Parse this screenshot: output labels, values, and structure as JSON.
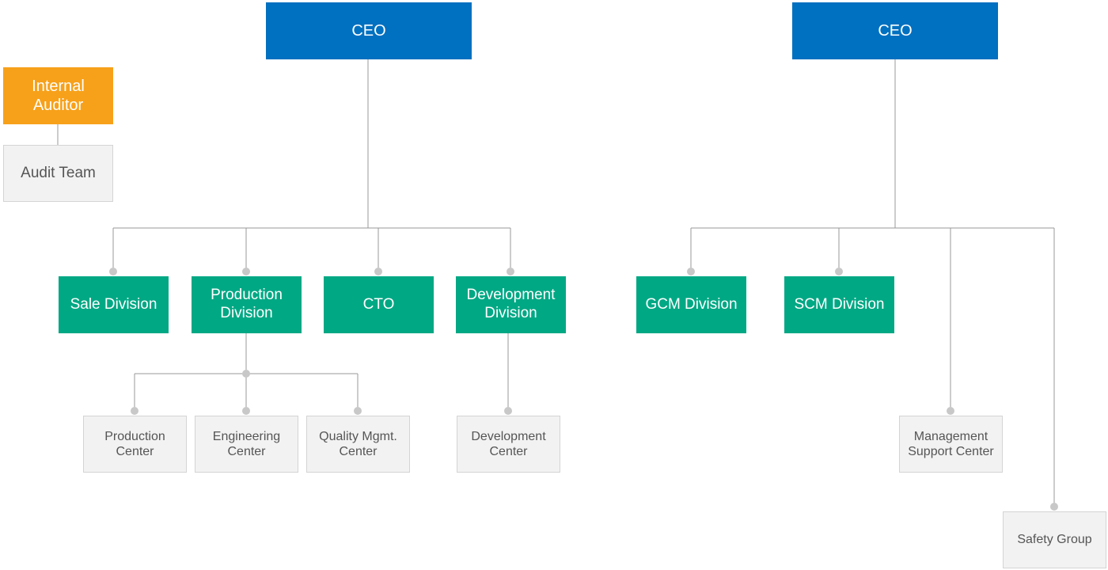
{
  "colors": {
    "executive": "#0070c0",
    "auditor": "#f7a11a",
    "division": "#00a884",
    "unit": "#f2f2f2",
    "line": "#999999",
    "dot": "#c8c8c8"
  },
  "left_chart": {
    "ceo": "CEO",
    "internal_auditor": "Internal\nAuditor",
    "audit_team": "Audit Team",
    "divisions": [
      "Sale Division",
      "Production\nDivision",
      "CTO",
      "Development\nDivision"
    ],
    "production_units": [
      "Production\nCenter",
      "Engineering\nCenter",
      "Quality Mgmt.\nCenter"
    ],
    "development_units": [
      "Development\nCenter"
    ]
  },
  "right_chart": {
    "ceo": "CEO",
    "divisions": [
      "GCM Division",
      "SCM Division"
    ],
    "units": [
      "Management\nSupport Center",
      "Safety Group"
    ]
  }
}
